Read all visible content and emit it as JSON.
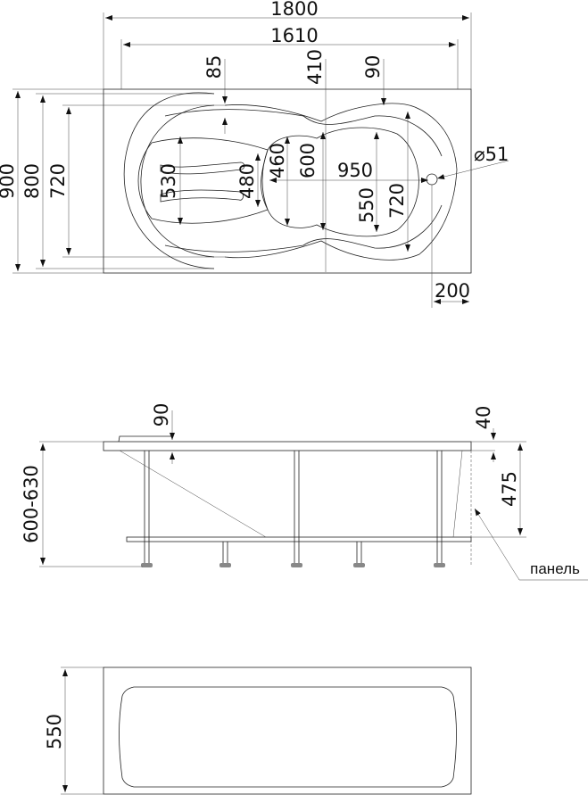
{
  "top_view": {
    "overall_length": "1800",
    "inner_length": "1610",
    "overall_width": "900",
    "width_800": "800",
    "width_720_left": "720",
    "rim_85": "85",
    "depth_410": "410",
    "rim_90": "90",
    "dim_460": "460",
    "dim_600": "600",
    "dim_950": "950",
    "dim_530": "530",
    "dim_480": "480",
    "dim_550": "550",
    "width_720_right": "720",
    "drain_diameter": "⌀51",
    "drain_offset": "200"
  },
  "side_view": {
    "height_range": "600-630",
    "rim_90": "90",
    "rim_40": "40",
    "frame_475": "475",
    "panel_label": "панель"
  },
  "bottom_view": {
    "width_550": "550"
  }
}
